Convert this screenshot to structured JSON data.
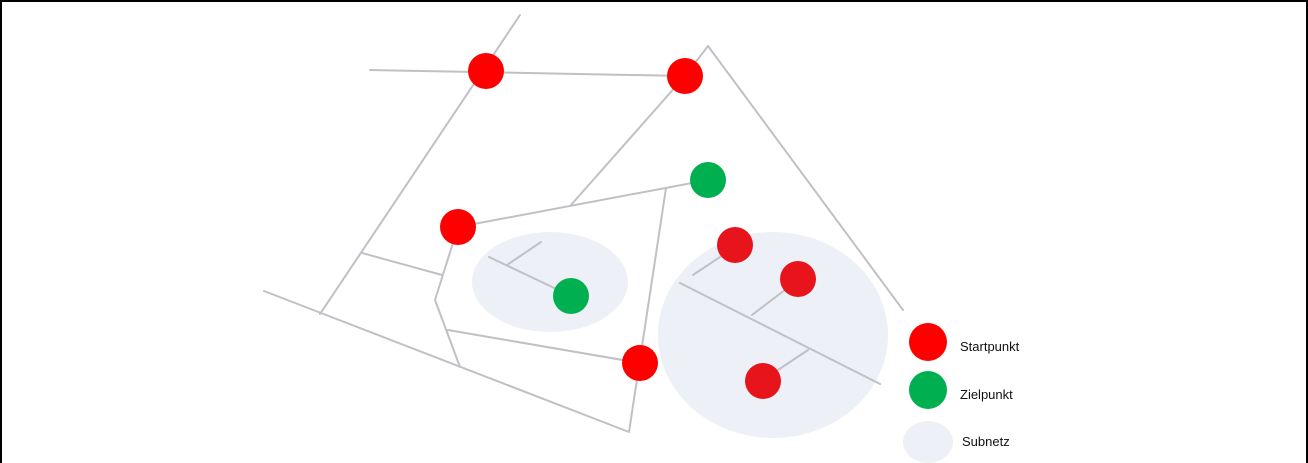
{
  "colors": {
    "start": "#ff0000",
    "start_alt": "#e8141c",
    "target": "#00b050",
    "subnet": "#edf0f6",
    "road": "#c0c0c6",
    "frame": "#000000",
    "background": "#ffffff"
  },
  "legend": {
    "start_label": "Startpunkt",
    "target_label": "Zielpunkt",
    "subnet_label": "Subnetz"
  }
}
